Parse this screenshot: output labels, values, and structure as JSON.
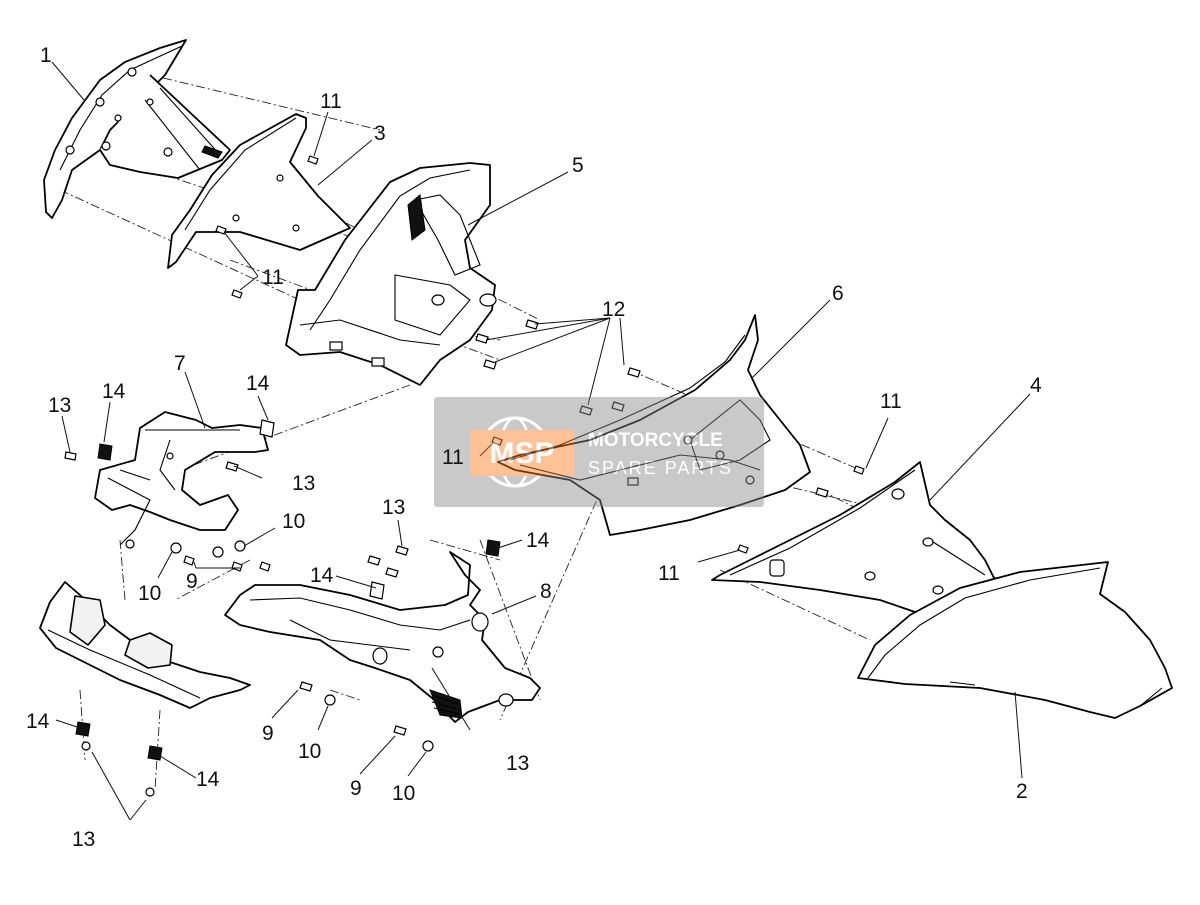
{
  "watermark": {
    "logo_letters": "MSP",
    "line1": "MOTORCYCLE",
    "line2": "SPARE PARTS"
  },
  "callouts": {
    "c1": "1",
    "c2": "2",
    "c3": "3",
    "c4": "4",
    "c5": "5",
    "c6": "6",
    "c7": "7",
    "c8": "8",
    "c9a": "9",
    "c9b": "9",
    "c9c": "9",
    "c10a": "10",
    "c10b": "10",
    "c10c": "10",
    "c10d": "10",
    "c11a": "11",
    "c11b": "11",
    "c11c": "11",
    "c11d": "11",
    "c11e": "11",
    "c12": "12",
    "c13a": "13",
    "c13b": "13",
    "c13c": "13",
    "c13d": "13",
    "c13e": "13",
    "c14a": "14",
    "c14b": "14",
    "c14c": "14",
    "c14d": "14",
    "c14e": "14",
    "c14f": "14"
  }
}
